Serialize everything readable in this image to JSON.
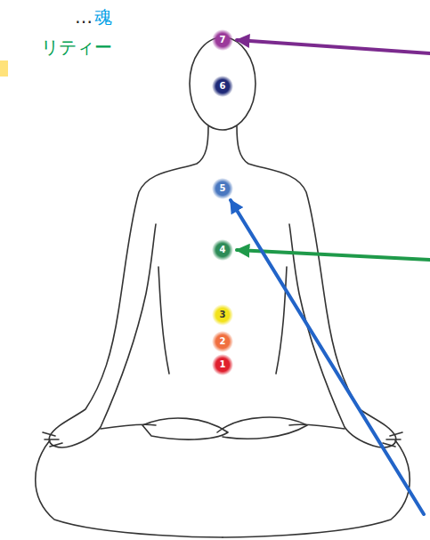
{
  "diagram": {
    "nodes": [
      {
        "text": [
          "7"
        ]
      },
      {
        "text": [
          "6"
        ]
      },
      {
        "text": [
          "5"
        ]
      },
      {
        "text": [
          "4"
        ]
      },
      {
        "text": [
          "3"
        ]
      },
      {
        "text": [
          "2"
        ]
      },
      {
        "text": [
          "1"
        ]
      }
    ],
    "labels": [
      "…",
      "魂",
      "リティー"
    ]
  }
}
